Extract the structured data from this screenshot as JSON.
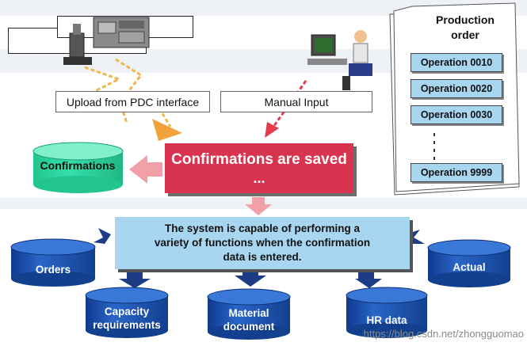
{
  "colors": {
    "accent_red": "#d8344f",
    "light_blue": "#a8d6f0",
    "cylinder_blue": "#1f55b6",
    "confirmations_green": "#2ed7a0",
    "arrow_pink": "#f2a0a8",
    "arrow_navy": "#1c3d86"
  },
  "inputs": {
    "pdc_label": "Upload from PDC interface",
    "manual_label": "Manual Input"
  },
  "production_order": {
    "title_line1": "Production",
    "title_line2": "order",
    "operations": [
      "Operation 0010",
      "Operation 0020",
      "Operation 0030",
      "Operation 9999"
    ]
  },
  "confirmations": {
    "label": "Confirmations"
  },
  "saved": {
    "line1": "Confirmations are saved",
    "line2": "..."
  },
  "system": {
    "line1": "The system  is capable of performing a",
    "line2": "variety of functions when the confirmation",
    "line3": "data is entered."
  },
  "outputs": {
    "orders": "Orders",
    "capacity_line1": "Capacity",
    "capacity_line2": "requirements",
    "material_line1": "Material",
    "material_line2": "document",
    "hr_data": "HR data",
    "actual": "Actual"
  },
  "watermark": "https://blog.csdn.net/zhongguomao"
}
